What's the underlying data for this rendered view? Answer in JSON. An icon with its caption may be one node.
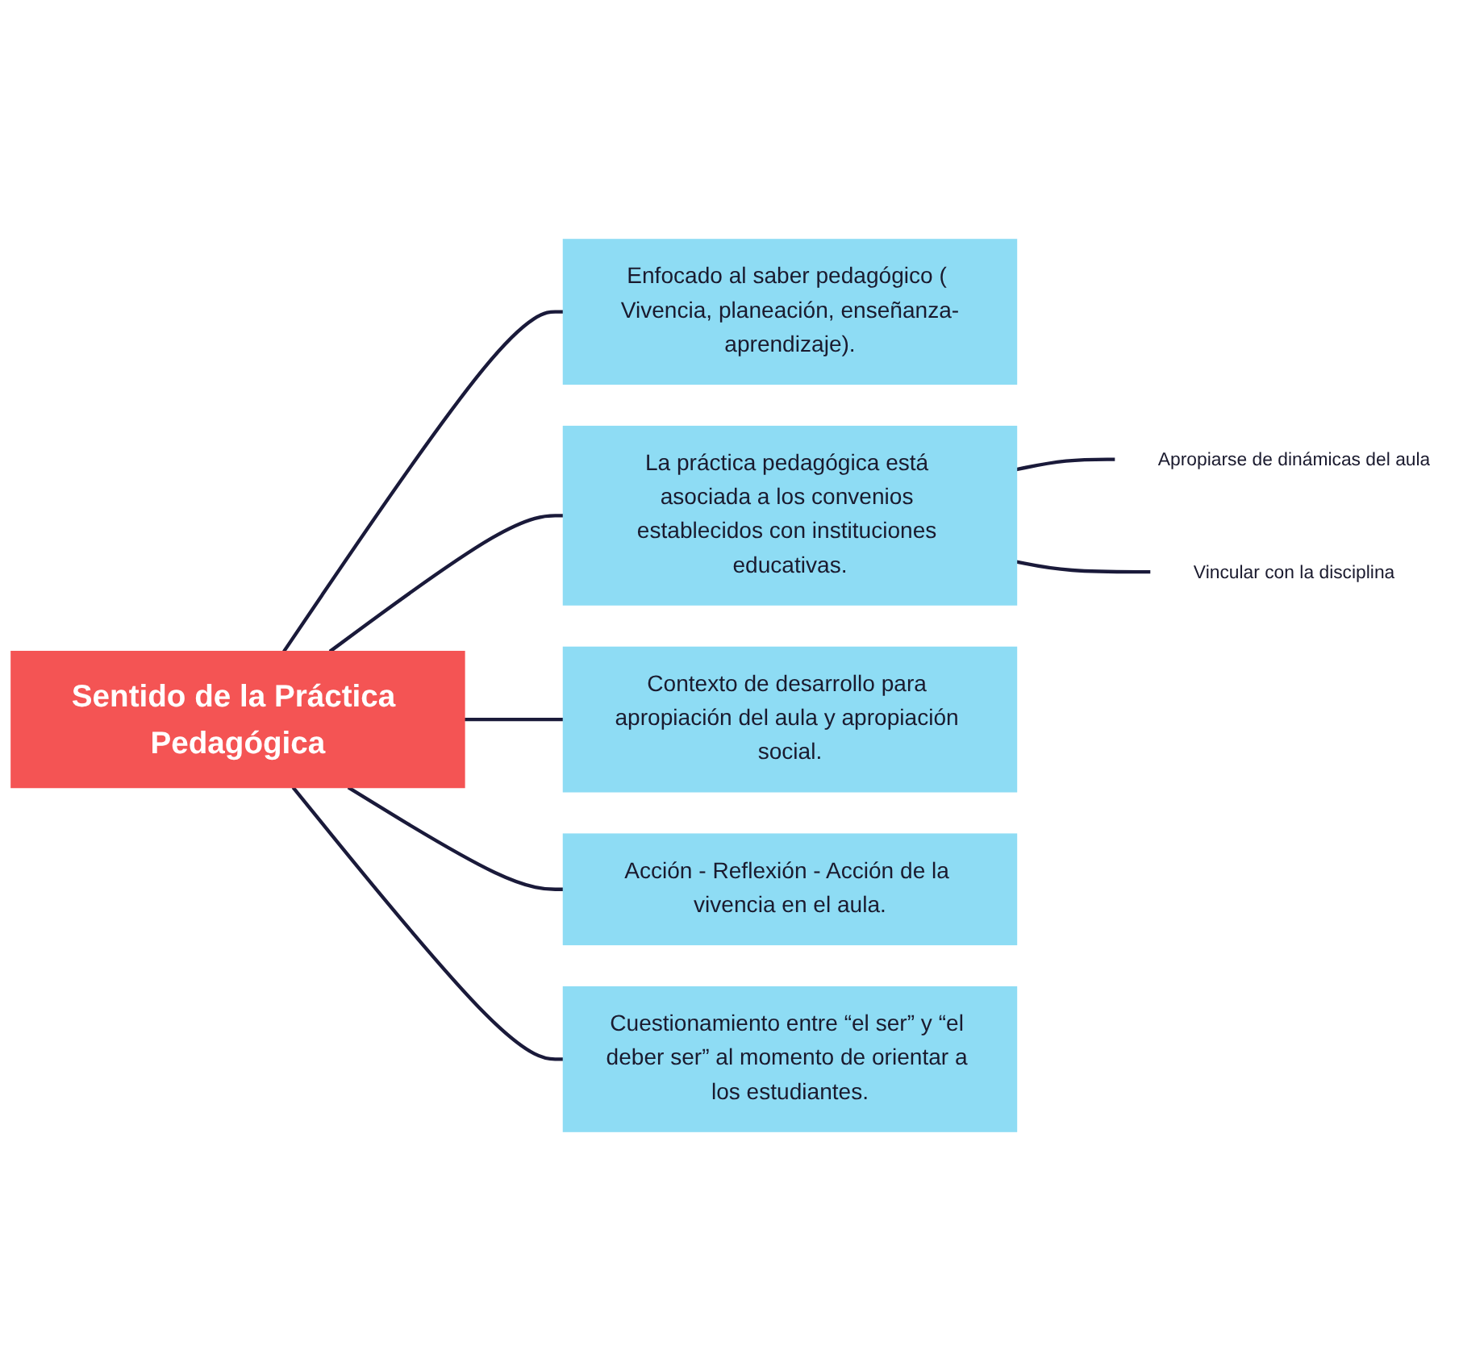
{
  "diagram": {
    "nodes": [
      {
        "text": [
          "Sentido de la Práctica Pedagógica"
        ]
      },
      {
        "text": [
          "Enfocado al saber pedagógico ( Vivencia, planeación, enseñanza-aprendizaje)."
        ]
      },
      {
        "text": [
          "La práctica pedagógica está asociada a los convenios establecidos con instituciones educativas."
        ]
      },
      {
        "text": [
          "Apropiarse de dinámicas del aula"
        ]
      },
      {
        "text": [
          "Vincular con la disciplina"
        ]
      },
      {
        "text": [
          "Contexto de desarrollo para apropiación del aula y apropiación social."
        ]
      },
      {
        "text": [
          "Acción - Reflexión - Acción de la vivencia en el aula."
        ]
      },
      {
        "text": [
          "Cuestionamiento entre “el ser” y “el deber ser” al momento de orientar a los estudiantes."
        ]
      }
    ],
    "edges": [
      {
        "from": 0,
        "to": 1,
        "arrow": "none"
      },
      {
        "from": 0,
        "to": 2,
        "arrow": "none"
      },
      {
        "from": 0,
        "to": 5,
        "arrow": "none"
      },
      {
        "from": 0,
        "to": 6,
        "arrow": "none"
      },
      {
        "from": 0,
        "to": 7,
        "arrow": "none"
      },
      {
        "from": 2,
        "to": 3,
        "arrow": "none"
      },
      {
        "from": 2,
        "to": 4,
        "arrow": "none"
      }
    ]
  }
}
